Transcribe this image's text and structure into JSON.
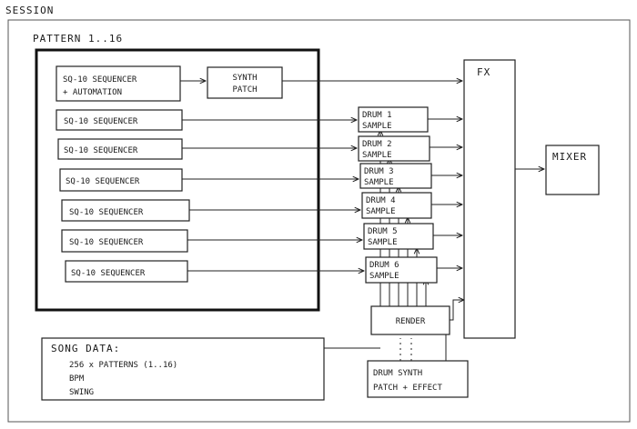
{
  "session_label": "SESSION",
  "pattern_label": "PATTERN 1..16",
  "sequencers": [
    [
      "SQ-10 SEQUENCER",
      "+ AUTOMATION"
    ],
    [
      "SQ-10 SEQUENCER"
    ],
    [
      "SQ-10 SEQUENCER"
    ],
    [
      "SQ-10 SEQUENCER"
    ],
    [
      "SQ-10 SEQUENCER"
    ],
    [
      "SQ-10 SEQUENCER"
    ],
    [
      "SQ-10 SEQUENCER"
    ]
  ],
  "synth_patch": [
    "SYNTH",
    "PATCH"
  ],
  "drums": [
    [
      "DRUM 1",
      "SAMPLE"
    ],
    [
      "DRUM 2",
      "SAMPLE"
    ],
    [
      "DRUM 3",
      "SAMPLE"
    ],
    [
      "DRUM 4",
      "SAMPLE"
    ],
    [
      "DRUM 5",
      "SAMPLE"
    ],
    [
      "DRUM 6",
      "SAMPLE"
    ]
  ],
  "fx_label": "FX",
  "mixer_label": "MIXER",
  "render_label": "RENDER",
  "drum_synth": [
    "DRUM SYNTH",
    "PATCH + EFFECT"
  ],
  "song_data": {
    "title": "SONG DATA:",
    "lines": [
      "256 x PATTERNS (1..16)",
      "BPM",
      "SWING"
    ]
  }
}
